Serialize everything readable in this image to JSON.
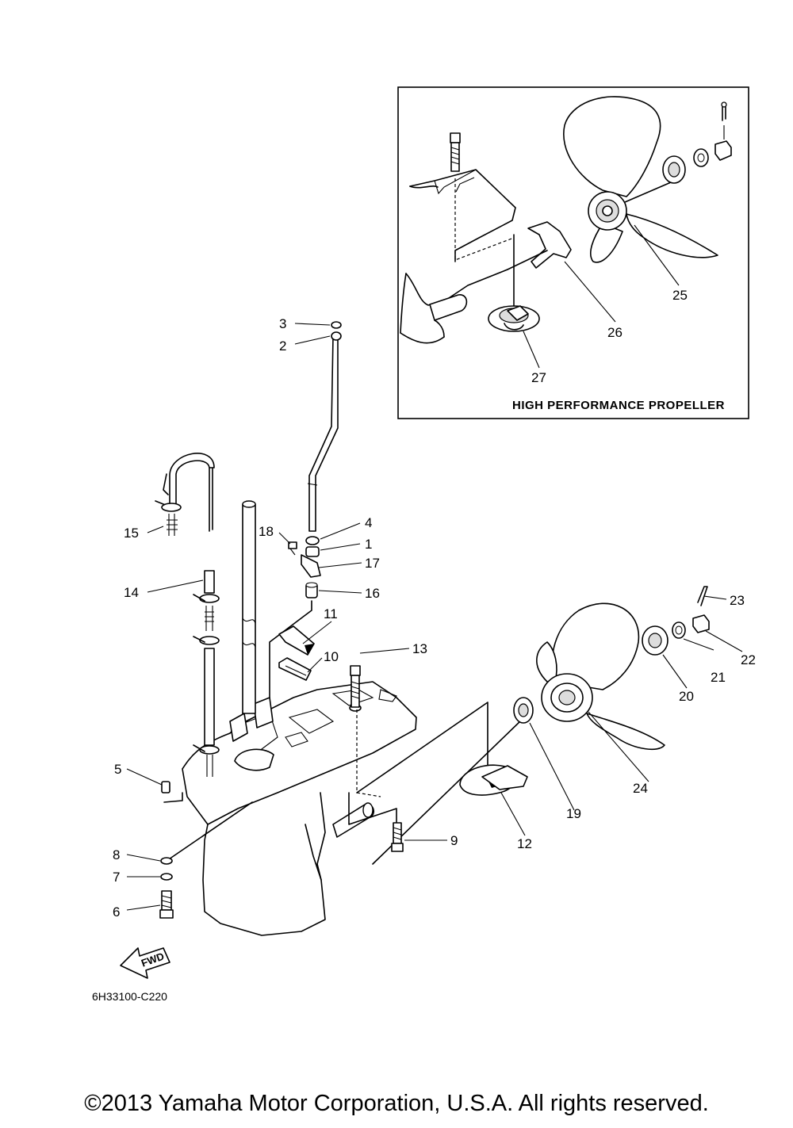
{
  "diagram": {
    "inset_title": "HIGH PERFORMANCE PROPELLER",
    "drawing_code": "6H33100-C220",
    "fwd_label": "FWD",
    "callouts": {
      "p1": "1",
      "p2": "2",
      "p3": "3",
      "p4": "4",
      "p5": "5",
      "p6": "6",
      "p7": "7",
      "p8": "8",
      "p9": "9",
      "p10": "10",
      "p11": "11",
      "p12": "12",
      "p13": "13",
      "p14": "14",
      "p15": "15",
      "p16": "16",
      "p17": "17",
      "p18": "18",
      "p19": "19",
      "p20": "20",
      "p21": "21",
      "p22": "22",
      "p23": "23",
      "p24": "24",
      "p25": "25",
      "p26": "26",
      "p27": "27"
    }
  },
  "footer": {
    "copyright": "©2013 Yamaha Motor Corporation, U.S.A. All rights reserved."
  }
}
